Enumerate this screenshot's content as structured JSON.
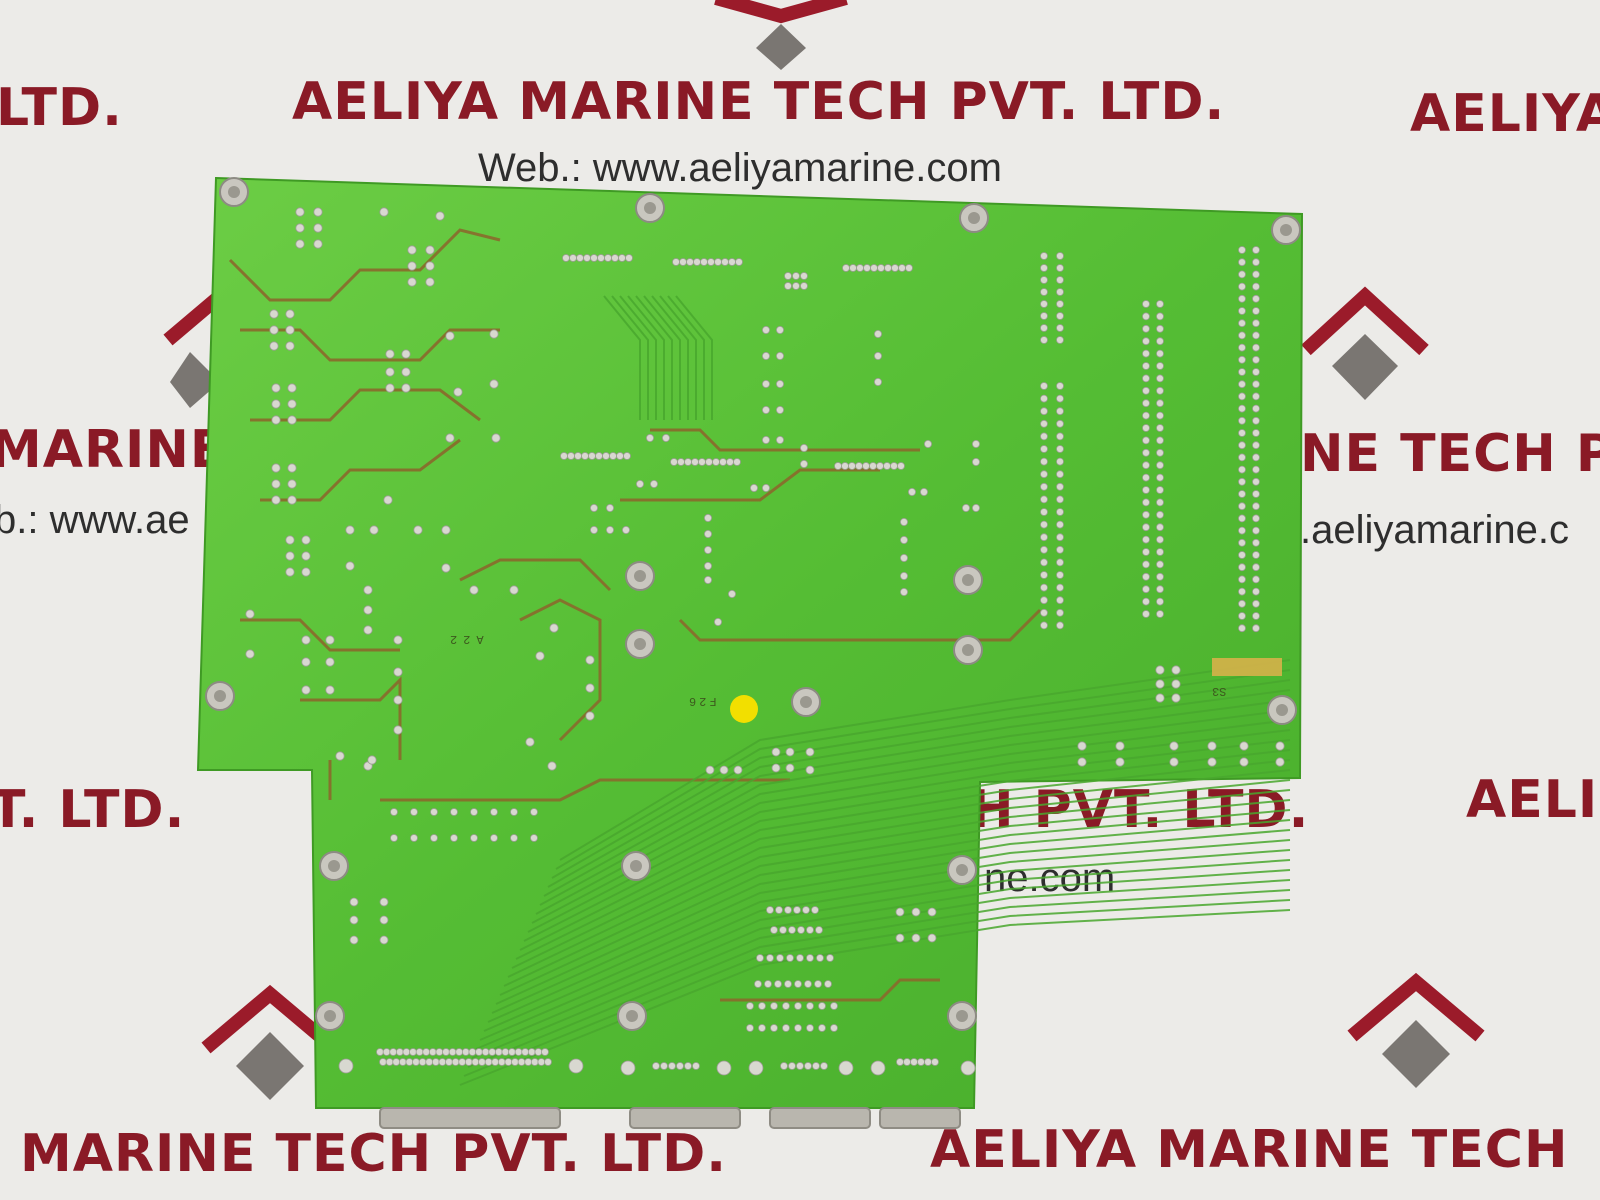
{
  "watermark": {
    "company": "AELIYA MARINE TECH PVT. LTD.",
    "website": "Web.: www.aeliyamarine.com",
    "fragments": {
      "top_left": "LTD.",
      "top_right": "AELIYA",
      "mid_left": "MARINE",
      "mid_right": "NE TECH P",
      "url_left": "b.: www.ae",
      "url_right": ".aeliyamarine.c",
      "low_left": "T. LTD.",
      "low_center": "H PVT. LTD.",
      "low_right": "AELI",
      "low_url": "ne.com",
      "bottom_left": "MARINE TECH PVT. LTD.",
      "bottom_right": "AELIYA MARINE TECH"
    },
    "colors": {
      "text": "#8a1a26",
      "url": "#2e2e2e",
      "logo_red": "#9b1b2a",
      "logo_grey": "#7a7672"
    }
  },
  "board": {
    "silkscreen": {
      "label_a": "A22",
      "label_f": "F26",
      "label_s": "S3"
    },
    "colors": {
      "substrate": "#5cc23a",
      "trace": "#8a6a2c",
      "pad": "#d8d8d0",
      "marker": "#f2df00"
    }
  }
}
